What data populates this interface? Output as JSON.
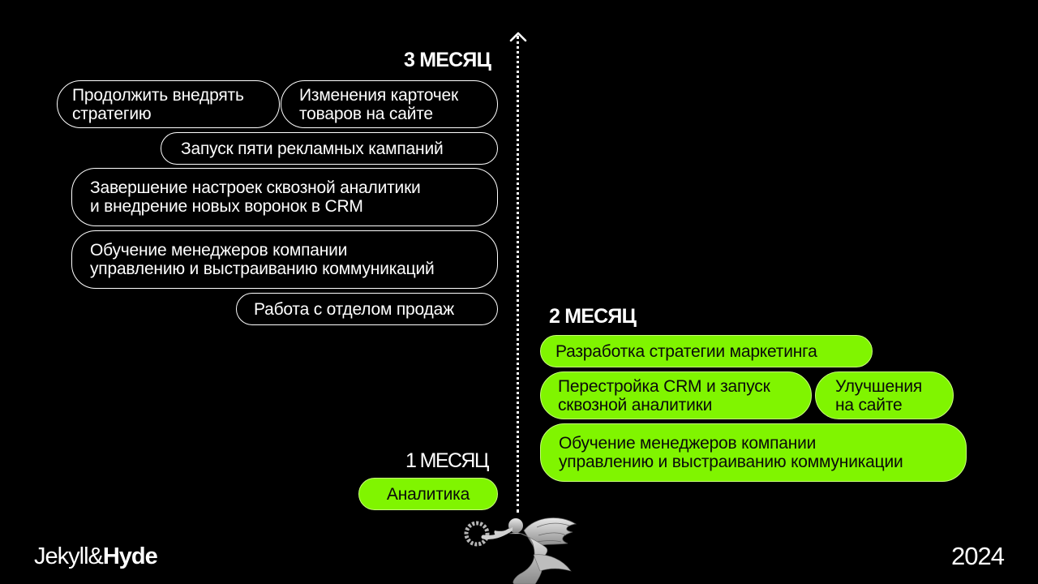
{
  "months": {
    "m3": "3 МЕСЯЦ",
    "m2": "2 МЕСЯЦ",
    "m1": "1 МЕСЯЦ"
  },
  "month3": {
    "item1": [
      "Продолжить внедрять",
      "стратегию"
    ],
    "item2": [
      "Изменения карточек",
      "товаров на сайте"
    ],
    "item3": "Запуск пяти рекламных кампаний",
    "item4": [
      "Завершение настроек сквозной аналитики",
      "и внедрение новых воронок в CRM"
    ],
    "item5": [
      "Обучение менеджеров компании",
      "управлению и выстраиванию коммуникаций"
    ],
    "item6": "Работа с отделом продаж"
  },
  "month2": {
    "item1": "Разработка стратегии маркетинга",
    "item2": [
      "Перестройка CRM и запуск",
      "сквозной аналитики"
    ],
    "item3": [
      "Улучшения",
      "на сайте"
    ],
    "item4": [
      "Обучение менеджеров компании",
      "управлению и выстраиванию коммуникации"
    ]
  },
  "month1": {
    "item1": "Аналитика"
  },
  "footer": {
    "brand_light": "Jekyll&",
    "brand_bold": "Hyde",
    "year": "2024"
  },
  "colors": {
    "background": "#000000",
    "accent_green": "#80f500",
    "text": "#ffffff"
  },
  "icons": {
    "axis_arrow": "arrow-up-icon",
    "mascot": "angel-statue-icon"
  }
}
